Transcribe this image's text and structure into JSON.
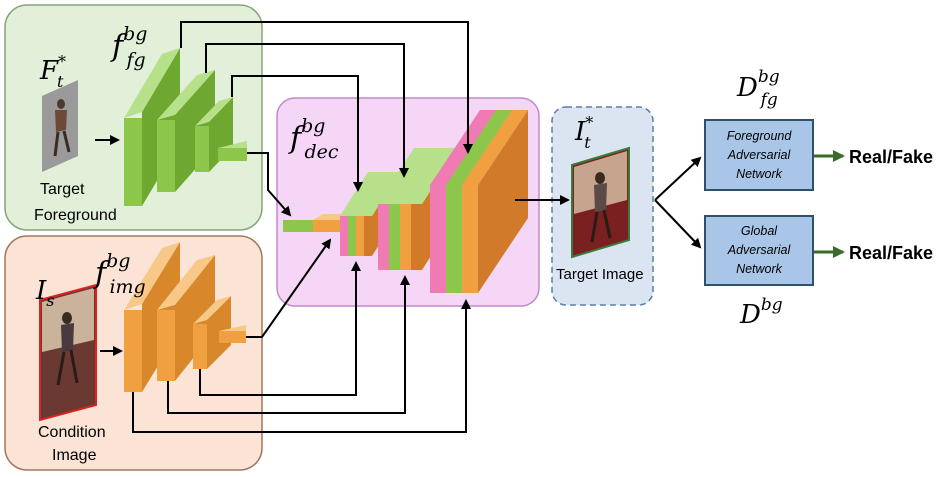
{
  "colors": {
    "fg_panel_fill": "#e2efd9",
    "fg_panel_stroke": "#8aa37a",
    "cond_panel_fill": "#fbe4d5",
    "cond_panel_stroke": "#a07860",
    "dec_panel_fill": "#f5d6f6",
    "dec_panel_stroke": "#c08ac8",
    "target_panel_fill": "#dbe5f1",
    "target_panel_stroke": "#5a7fa8",
    "green_block": "#8cc64a",
    "orange_block": "#f0a040",
    "pink_block": "#f07ab4",
    "dark_orange_block": "#d07a2a",
    "disc_fill": "#a9c6e8",
    "disc_stroke": "#2f4f6f",
    "real_fake_arrow": "#3a6b2a"
  },
  "labels": {
    "fg_encoder": {
      "base": "f",
      "sup": "bg",
      "sub": "fg"
    },
    "img_encoder": {
      "base": "f",
      "sup": "bg",
      "sub": "img"
    },
    "decoder": {
      "base": "f",
      "sup": "bg",
      "sub": "dec"
    },
    "fg_input": {
      "base": "F",
      "sup": "*",
      "sub": "t"
    },
    "cond_input": {
      "base": "I",
      "sub": "s"
    },
    "target_output": {
      "base": "I",
      "sup": "*",
      "sub": "t"
    },
    "fg_disc_symbol": {
      "base": "D",
      "sup": "bg",
      "sub": "fg"
    },
    "global_disc_symbol": {
      "base": "D",
      "sup": "bg"
    },
    "target_foreground_line1": "Target",
    "target_foreground_line2": "Foreground",
    "condition_image_line1": "Condition",
    "condition_image_line2": "Image",
    "target_image": "Target Image"
  },
  "discriminators": {
    "foreground": {
      "line1": "Foreground",
      "line2": "Adversarial",
      "line3": "Network"
    },
    "global": {
      "line1": "Global",
      "line2": "Adversarial",
      "line3": "Network"
    }
  },
  "outputs": {
    "foreground": "Real/Fake",
    "global": "Real/Fake"
  }
}
